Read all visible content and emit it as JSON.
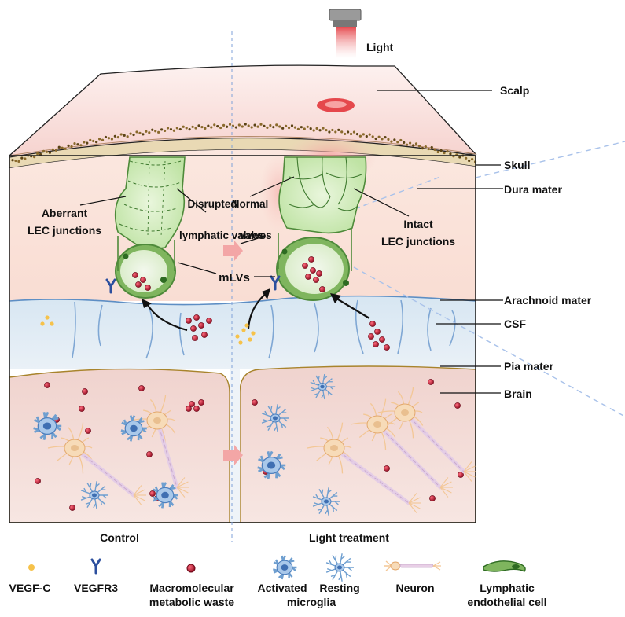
{
  "light_source": {
    "label": "Light"
  },
  "layers": {
    "scalp": "Scalp",
    "skull": "Skull",
    "dura_mater": "Dura mater",
    "arachnoid_mater": "Arachnoid mater",
    "csf": "CSF",
    "pia_mater": "Pia mater",
    "brain": "Brain"
  },
  "annotations": {
    "aberrant_line1": "Aberrant",
    "aberrant_line2": "LEC junctions",
    "disrupted_line1": "Disrupted",
    "disrupted_line2": "lymphatic valves",
    "normal_line1": "Normal",
    "normal_line2": "valves",
    "intact_line1": "Intact",
    "intact_line2": "LEC junctions",
    "mlvs": "mLVs"
  },
  "panels": {
    "control": "Control",
    "light_treatment": "Light treatment"
  },
  "legend": {
    "vegf_c": "VEGF-C",
    "vegfr3": "VEGFR3",
    "waste_line1": "Macromolecular",
    "waste_line2": "metabolic waste",
    "activated": "Activated",
    "resting": "Resting",
    "microglia": "microglia",
    "neuron": "Neuron",
    "lec_line1": "Lymphatic",
    "lec_line2": "endothelial cell"
  },
  "colors": {
    "scalp": "#f8dcd8",
    "dura": "#fbe3db",
    "csf": "#dde9f3",
    "brain": "#f1d8d4",
    "vessel_green": "#bfe3a4",
    "vessel_edge": "#4e8a3a",
    "waste_red": "#b3112a",
    "microglia_blue": "#6f9fd0",
    "neuron_orange": "#f3c796",
    "light_red": "#e2363c"
  }
}
